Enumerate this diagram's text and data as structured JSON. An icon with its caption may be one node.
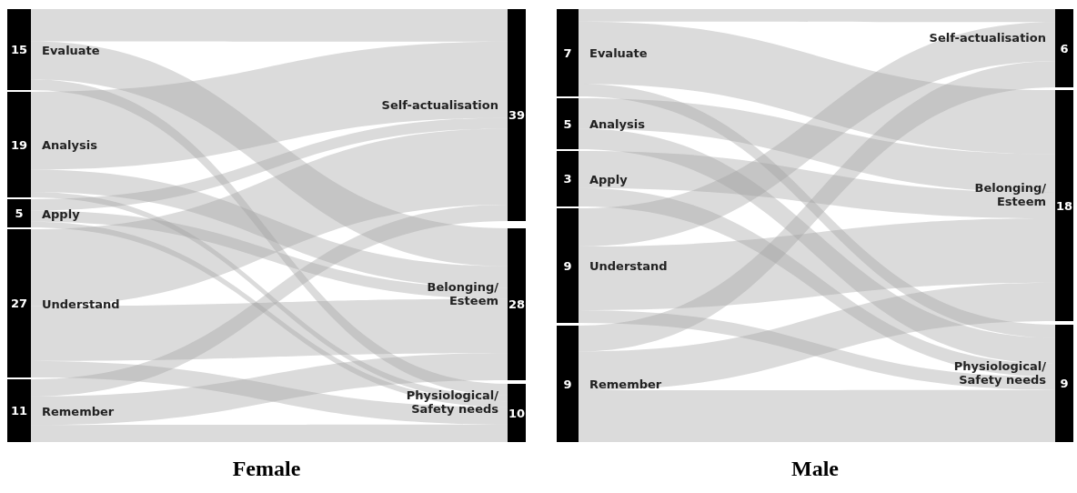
{
  "diagram": {
    "nodes": [
      {
        "text": [
          "15"
        ],
        "beside": [
          "Evaluate"
        ]
      },
      {
        "text": [
          "19"
        ],
        "beside": [
          "Analysis"
        ]
      },
      {
        "text": [
          "5"
        ],
        "beside": [
          "Apply"
        ]
      },
      {
        "text": [
          "27"
        ],
        "beside": [
          "Understand"
        ]
      },
      {
        "text": [
          "11"
        ],
        "beside": [
          "Remember"
        ]
      },
      {
        "text": [
          "39"
        ],
        "beside": [
          "Self-actualisation"
        ]
      },
      {
        "text": [
          "28"
        ],
        "beside": [
          "Belonging/ Esteem"
        ]
      },
      {
        "text": [
          "10"
        ],
        "beside": [
          "Physiological/ Safety needs"
        ]
      },
      {
        "text": [
          "7"
        ],
        "beside": [
          "Evaluate"
        ]
      },
      {
        "text": [
          "5"
        ],
        "beside": [
          "Analysis"
        ]
      },
      {
        "text": [
          "3"
        ],
        "beside": [
          "Apply"
        ]
      },
      {
        "text": [
          "9"
        ],
        "beside": [
          "Understand"
        ]
      },
      {
        "text": [
          "9"
        ],
        "beside": [
          "Remember"
        ]
      },
      {
        "text": [
          "6"
        ],
        "beside": [
          "Self-actualisation"
        ]
      },
      {
        "text": [
          "18"
        ],
        "beside": [
          "Belonging/ Esteem"
        ]
      },
      {
        "text": [
          "9"
        ],
        "beside": [
          "Physiological/ Safety needs"
        ]
      }
    ],
    "edges": [
      {
        "from": 0,
        "to": 5,
        "arrow": "none"
      },
      {
        "from": 0,
        "to": 6,
        "arrow": "none"
      },
      {
        "from": 0,
        "to": 7,
        "arrow": "none"
      },
      {
        "from": 1,
        "to": 5,
        "arrow": "none"
      },
      {
        "from": 1,
        "to": 6,
        "arrow": "none"
      },
      {
        "from": 1,
        "to": 7,
        "arrow": "none"
      },
      {
        "from": 2,
        "to": 5,
        "arrow": "none"
      },
      {
        "from": 2,
        "to": 6,
        "arrow": "none"
      },
      {
        "from": 2,
        "to": 7,
        "arrow": "none"
      },
      {
        "from": 3,
        "to": 5,
        "arrow": "none"
      },
      {
        "from": 3,
        "to": 6,
        "arrow": "none"
      },
      {
        "from": 3,
        "to": 7,
        "arrow": "none"
      },
      {
        "from": 4,
        "to": 5,
        "arrow": "none"
      },
      {
        "from": 4,
        "to": 6,
        "arrow": "none"
      },
      {
        "from": 4,
        "to": 7,
        "arrow": "none"
      },
      {
        "from": 8,
        "to": 13,
        "arrow": "none"
      },
      {
        "from": 8,
        "to": 14,
        "arrow": "none"
      },
      {
        "from": 8,
        "to": 15,
        "arrow": "none"
      },
      {
        "from": 9,
        "to": 14,
        "arrow": "none"
      },
      {
        "from": 9,
        "to": 15,
        "arrow": "none"
      },
      {
        "from": 10,
        "to": 14,
        "arrow": "none"
      },
      {
        "from": 10,
        "to": 15,
        "arrow": "none"
      },
      {
        "from": 11,
        "to": 13,
        "arrow": "none"
      },
      {
        "from": 11,
        "to": 14,
        "arrow": "none"
      },
      {
        "from": 11,
        "to": 15,
        "arrow": "none"
      },
      {
        "from": 12,
        "to": 13,
        "arrow": "none"
      },
      {
        "from": 12,
        "to": 14,
        "arrow": "none"
      },
      {
        "from": 12,
        "to": 15,
        "arrow": "none"
      }
    ],
    "labels": [
      "Female",
      "Male"
    ]
  }
}
